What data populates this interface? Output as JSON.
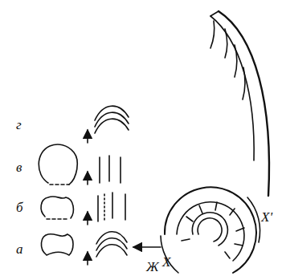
{
  "diagram": {
    "labels": [
      "г",
      "в",
      "б",
      "а",
      "X",
      "X'",
      "Ж"
    ]
  }
}
